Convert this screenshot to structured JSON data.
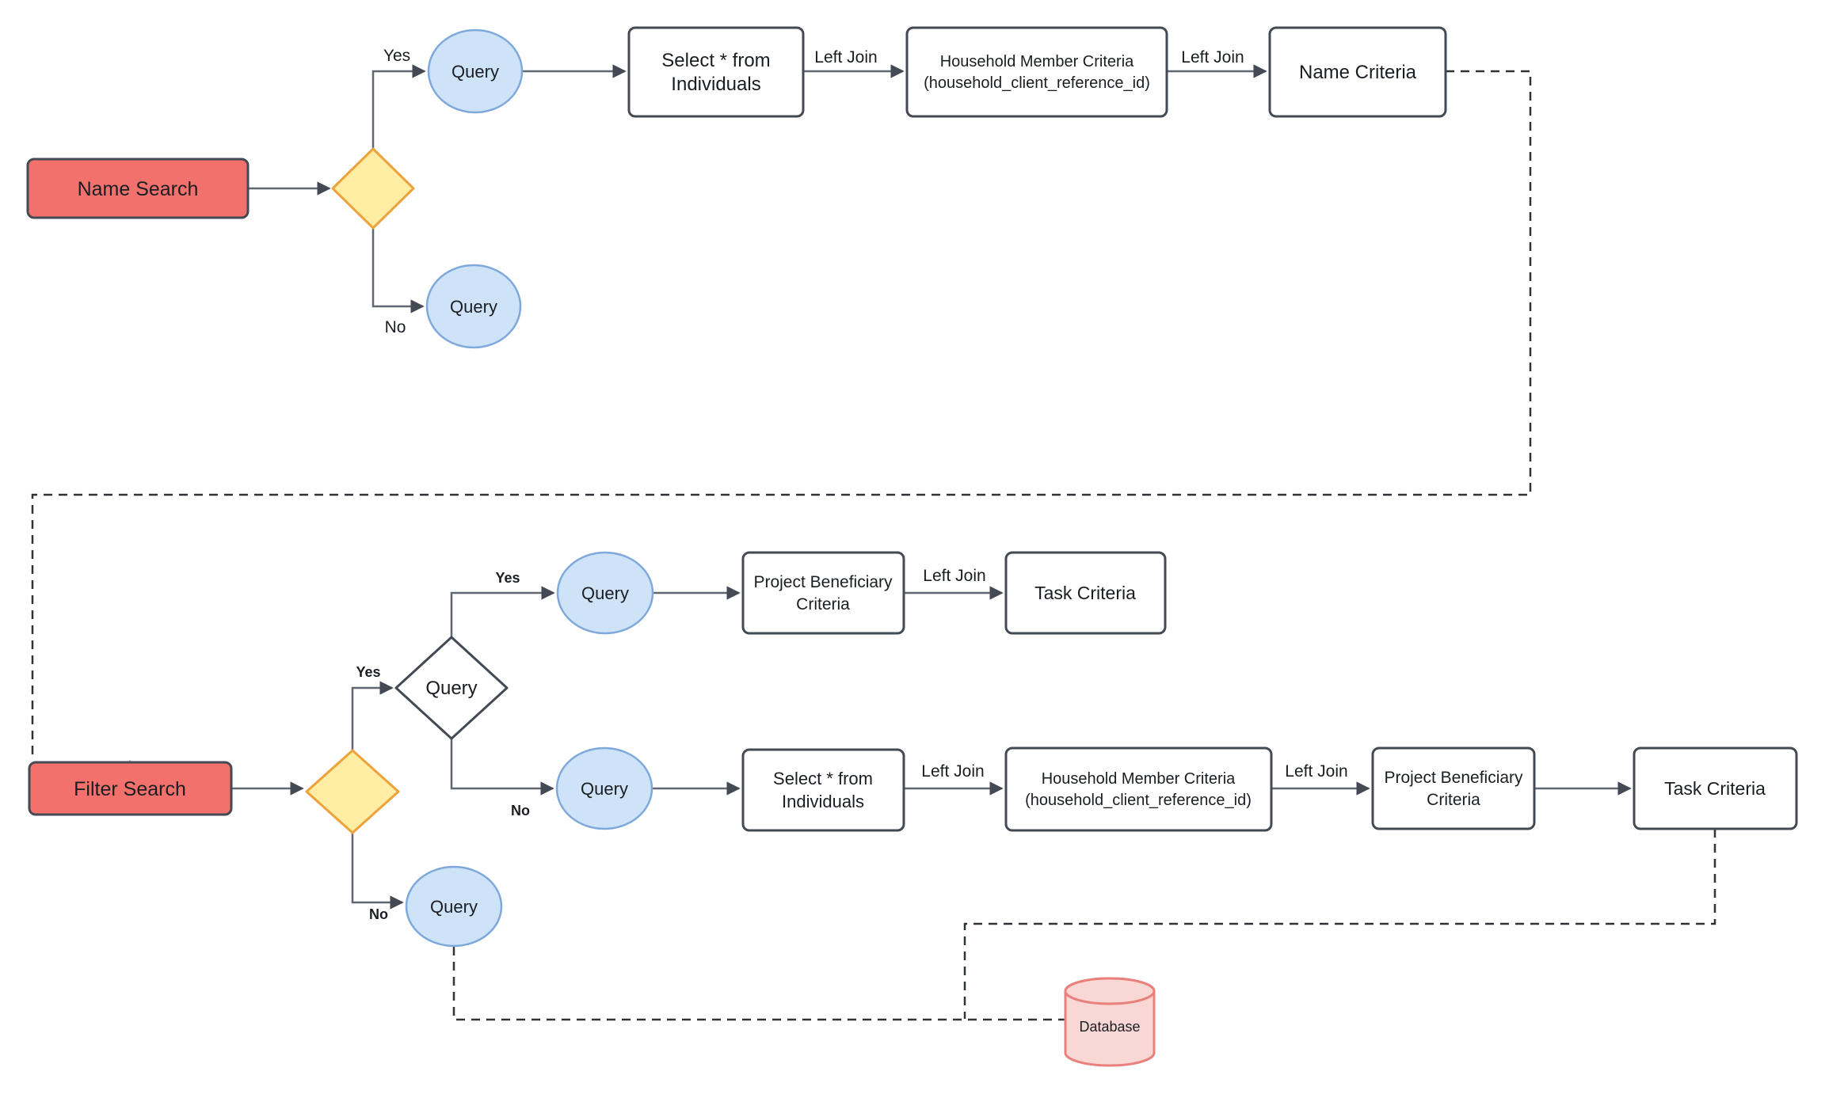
{
  "colors": {
    "red_fill": "#F3716D",
    "dark_stroke": "#434A54",
    "yellow_fill": "#FFEDA3",
    "orange_stroke": "#EDA23C",
    "blue_fill": "#CFE3F8",
    "blue_stroke": "#7FA9DB",
    "pink_fill": "#F9D7D5",
    "pink_stroke": "#E9807B",
    "white_fill": "#FFFFFF",
    "connector": "#5F6770",
    "dashed_line": "#2F3338",
    "text": "#1A1E23"
  },
  "labels": {
    "left_join": "Left Join",
    "yes": "Yes",
    "no": "No",
    "query": "Query",
    "database": "Database"
  },
  "top_flow": {
    "start": "Name Search",
    "query_yes": "Query",
    "query_no": "Query",
    "select_box": {
      "line1": "Select * from",
      "line2": "Individuals"
    },
    "household_box": {
      "line1": "Household Member Criteria",
      "line2": "(household_client_reference_id)"
    },
    "name_criteria": "Name Criteria"
  },
  "bottom_flow": {
    "start": "Filter Search",
    "decision": "Query",
    "query_yes": "Query",
    "query_no": "Query",
    "query_fallback": "Query",
    "project_box_yes": {
      "line1": "Project Beneficiary",
      "line2": "Criteria"
    },
    "task_yes": "Task Criteria",
    "select_box": {
      "line1": "Select * from",
      "line2": "Individuals"
    },
    "household_box": {
      "line1": "Household Member Criteria",
      "line2": "(household_client_reference_id)"
    },
    "project_box": {
      "line1": "Project Beneficiary",
      "line2": "Criteria"
    },
    "task": "Task Criteria",
    "database": "Database"
  }
}
